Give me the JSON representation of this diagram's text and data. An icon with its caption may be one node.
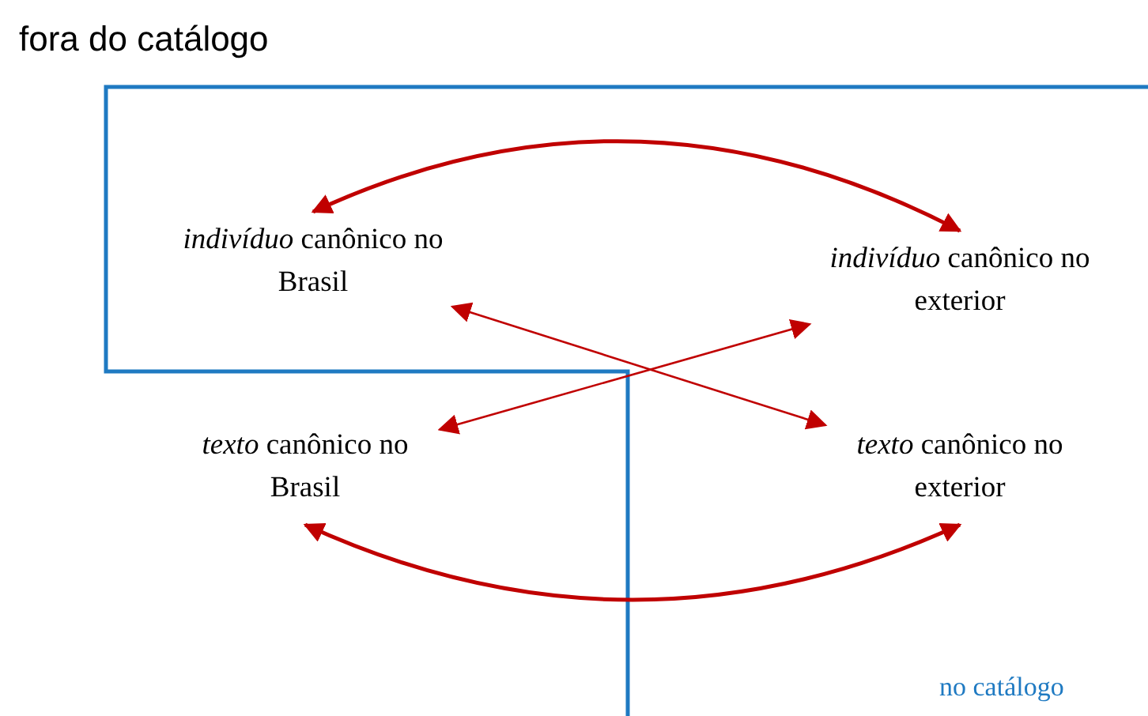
{
  "diagram": {
    "nodes": [
      {
        "text": [
          "*indivíduo* canônico no Brasil"
        ]
      },
      {
        "text": [
          "*indivíduo* canônico no exterior"
        ]
      },
      {
        "text": [
          "*texto* canônico no Brasil"
        ]
      },
      {
        "text": [
          "*texto* canônico no exterior"
        ]
      }
    ],
    "edges": [
      {
        "from": 0,
        "to": 1,
        "arrow": "both"
      },
      {
        "from": 0,
        "to": 3,
        "arrow": "both"
      },
      {
        "from": 2,
        "to": 1,
        "arrow": "both"
      },
      {
        "from": 2,
        "to": 3,
        "arrow": "both"
      }
    ],
    "labels": [
      "fora do catálogo",
      "no catálogo"
    ]
  }
}
